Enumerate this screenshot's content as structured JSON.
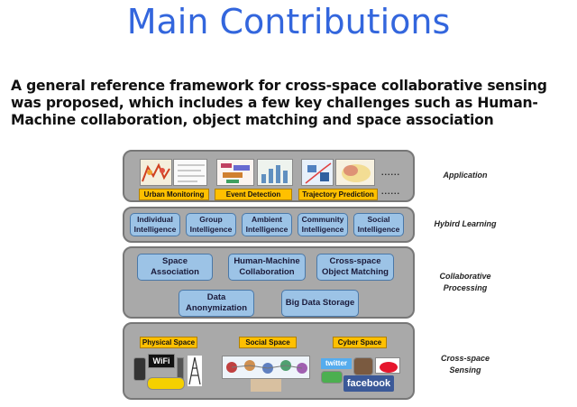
{
  "title": "Main Contributions",
  "intro": "A general reference framework for cross-space collaborative sensing was proposed, which includes a few key challenges such as Human-Machine collaboration, object matching and space association",
  "application": {
    "side_label": "Application",
    "tags": [
      "Urban Monitoring",
      "Event Detection",
      "Trajectory Prediction"
    ],
    "ellipsis": "......"
  },
  "learning": {
    "side_label": "Hybird Learning",
    "boxes": [
      [
        "Individual",
        "Intelligence"
      ],
      [
        "Group",
        "Intelligence"
      ],
      [
        "Ambient",
        "Intelligence"
      ],
      [
        "Community",
        "Intelligence"
      ],
      [
        "Social",
        "Intelligence"
      ]
    ]
  },
  "processing": {
    "side_label_1": "Collaborative",
    "side_label_2": "Processing",
    "boxes": [
      [
        "Space",
        "Association"
      ],
      [
        "Human-Machine",
        "Collaboration"
      ],
      [
        "Cross-space",
        "Object Matching"
      ],
      [
        "Data",
        "Anonymization"
      ],
      [
        "Big Data Storage"
      ]
    ]
  },
  "sensing": {
    "side_label_1": "Cross-space",
    "side_label_2": "Sensing",
    "tags": [
      "Physical Space",
      "Social Space",
      "Cyber Space"
    ],
    "logo_wifi": "WiFi",
    "logo_facebook": "facebook",
    "logo_twitter": "twitter"
  },
  "colors": {
    "title": "#3366dd",
    "layer": "#a9a9a9",
    "box": "#9cc3e6",
    "tag": "#ffc000"
  }
}
